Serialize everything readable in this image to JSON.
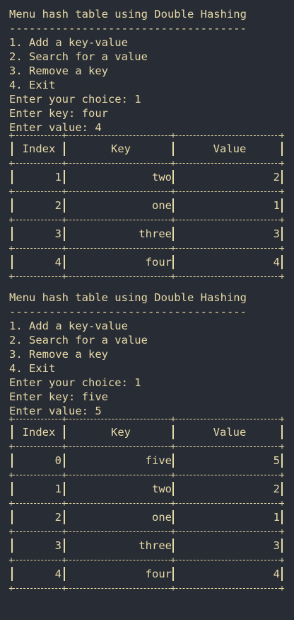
{
  "blocks": [
    {
      "title": "Menu hash table using Double Hashing",
      "rule": "------------------------------------",
      "menu": [
        "1. Add a key-value",
        "2. Search for a value",
        "3. Remove a key",
        "4. Exit"
      ],
      "prompts": [
        "Enter your choice: 1",
        "Enter key: four",
        "Enter value: 4"
      ],
      "table": {
        "headers": [
          "Index",
          "Key",
          "Value"
        ],
        "rows": [
          {
            "index": "1",
            "key": "two",
            "value": "2"
          },
          {
            "index": "2",
            "key": "one",
            "value": "1"
          },
          {
            "index": "3",
            "key": "three",
            "value": "3"
          },
          {
            "index": "4",
            "key": "four",
            "value": "4"
          }
        ]
      }
    },
    {
      "title": "Menu hash table using Double Hashing",
      "rule": "------------------------------------",
      "menu": [
        "1. Add a key-value",
        "2. Search for a value",
        "3. Remove a key",
        "4. Exit"
      ],
      "prompts": [
        "Enter your choice: 1",
        "Enter key: five",
        "Enter value: 5"
      ],
      "table": {
        "headers": [
          "Index",
          "Key",
          "Value"
        ],
        "rows": [
          {
            "index": "0",
            "key": "five",
            "value": "5"
          },
          {
            "index": "1",
            "key": "two",
            "value": "2"
          },
          {
            "index": "2",
            "key": "one",
            "value": "1"
          },
          {
            "index": "3",
            "key": "three",
            "value": "3"
          },
          {
            "index": "4",
            "key": "four",
            "value": "4"
          }
        ]
      }
    }
  ],
  "colors": {
    "background": "#282c34",
    "text": "#e6d9a8"
  }
}
